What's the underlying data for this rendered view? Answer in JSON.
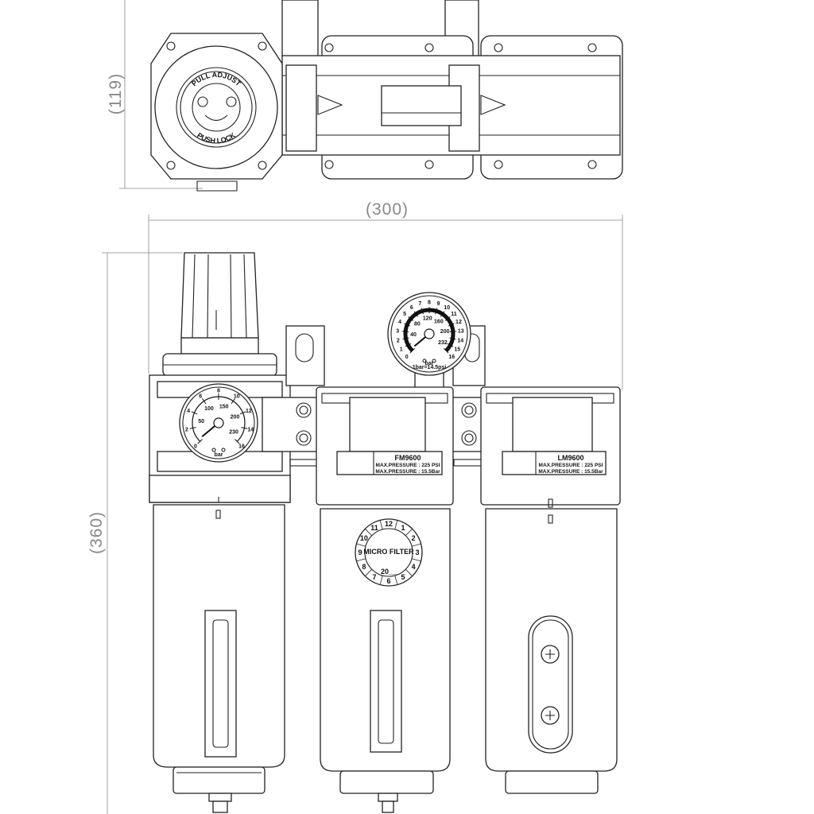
{
  "dimensions": {
    "depth": "(119)",
    "width": "(300)",
    "height": "(360)"
  },
  "top_view": {
    "knob_text_top": "PULL ADJUST",
    "knob_text_bottom": "PUSH LOCK"
  },
  "regulator_gauge": {
    "outer": [
      "0",
      "2",
      "4",
      "6",
      "8",
      "10",
      "12",
      "14",
      "16"
    ],
    "inner": [
      "50",
      "100",
      "150",
      "200",
      "230"
    ],
    "unit": "bar"
  },
  "top_gauge": {
    "outer": [
      "0",
      "1",
      "2",
      "3",
      "4",
      "5",
      "6",
      "7",
      "8",
      "9",
      "10",
      "11",
      "12",
      "13",
      "14",
      "15",
      "16"
    ],
    "inner": [
      "40",
      "80",
      "120",
      "160",
      "200",
      "232"
    ],
    "unit": "bar",
    "note": "1bar=14.5psi"
  },
  "filter": {
    "model": "FM9600",
    "pressure_psi": "MAX.PRESSURE : 225 PSI",
    "pressure_bar": "MAX.PRESSURE : 15.5Bar"
  },
  "lubricator": {
    "model": "LM9600",
    "pressure_psi": "MAX.PRESSURE : 225 PSI",
    "pressure_bar": "MAX.PRESSURE : 15.5Bar"
  },
  "timer_dial": {
    "numbers": [
      "12",
      "1",
      "2",
      "3",
      "4",
      "5",
      "6",
      "7",
      "8",
      "9",
      "10",
      "11"
    ],
    "label": "MICRO FILTER",
    "year": "20__"
  }
}
